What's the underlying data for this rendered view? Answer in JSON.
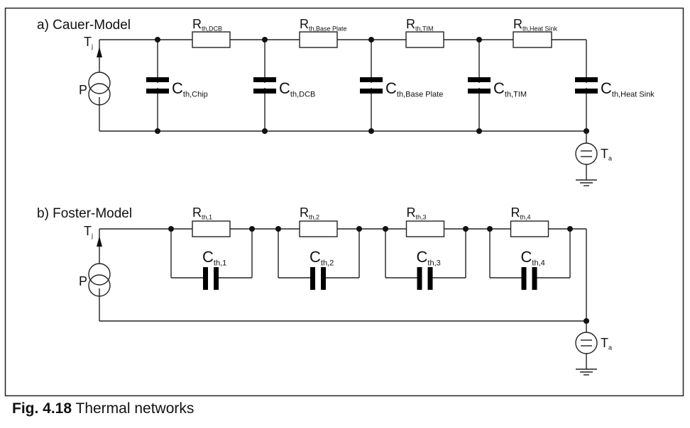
{
  "cauer": {
    "title": "a) Cauer-Model",
    "source_label": "P",
    "junction_label": {
      "main": "T",
      "sub": "j"
    },
    "ambient_label": {
      "main": "T",
      "sub": "a"
    },
    "resistors": [
      {
        "main": "R",
        "sub": "th,DCB"
      },
      {
        "main": "R",
        "sub": "th,Base Plate"
      },
      {
        "main": "R",
        "sub": "th,TIM"
      },
      {
        "main": "R",
        "sub": "th,Heat Sink"
      }
    ],
    "capacitors": [
      {
        "main": "C",
        "sub": "th,Chip"
      },
      {
        "main": "C",
        "sub": "th,DCB"
      },
      {
        "main": "C",
        "sub": "th,Base Plate"
      },
      {
        "main": "C",
        "sub": "th,TIM"
      },
      {
        "main": "C",
        "sub": "th,Heat Sink"
      }
    ]
  },
  "foster": {
    "title": "b) Foster-Model",
    "source_label": "P",
    "junction_label": {
      "main": "T",
      "sub": "j"
    },
    "ambient_label": {
      "main": "T",
      "sub": "a"
    },
    "stages": [
      {
        "r": {
          "main": "R",
          "sub": "th,1"
        },
        "c": {
          "main": "C",
          "sub": "th,1"
        }
      },
      {
        "r": {
          "main": "R",
          "sub": "th,2"
        },
        "c": {
          "main": "C",
          "sub": "th,2"
        }
      },
      {
        "r": {
          "main": "R",
          "sub": "th,3"
        },
        "c": {
          "main": "C",
          "sub": "th,3"
        }
      },
      {
        "r": {
          "main": "R",
          "sub": "th,4"
        },
        "c": {
          "main": "C",
          "sub": "th,4"
        }
      }
    ]
  },
  "caption": {
    "number": "Fig. 4.18",
    "text": "Thermal networks"
  }
}
